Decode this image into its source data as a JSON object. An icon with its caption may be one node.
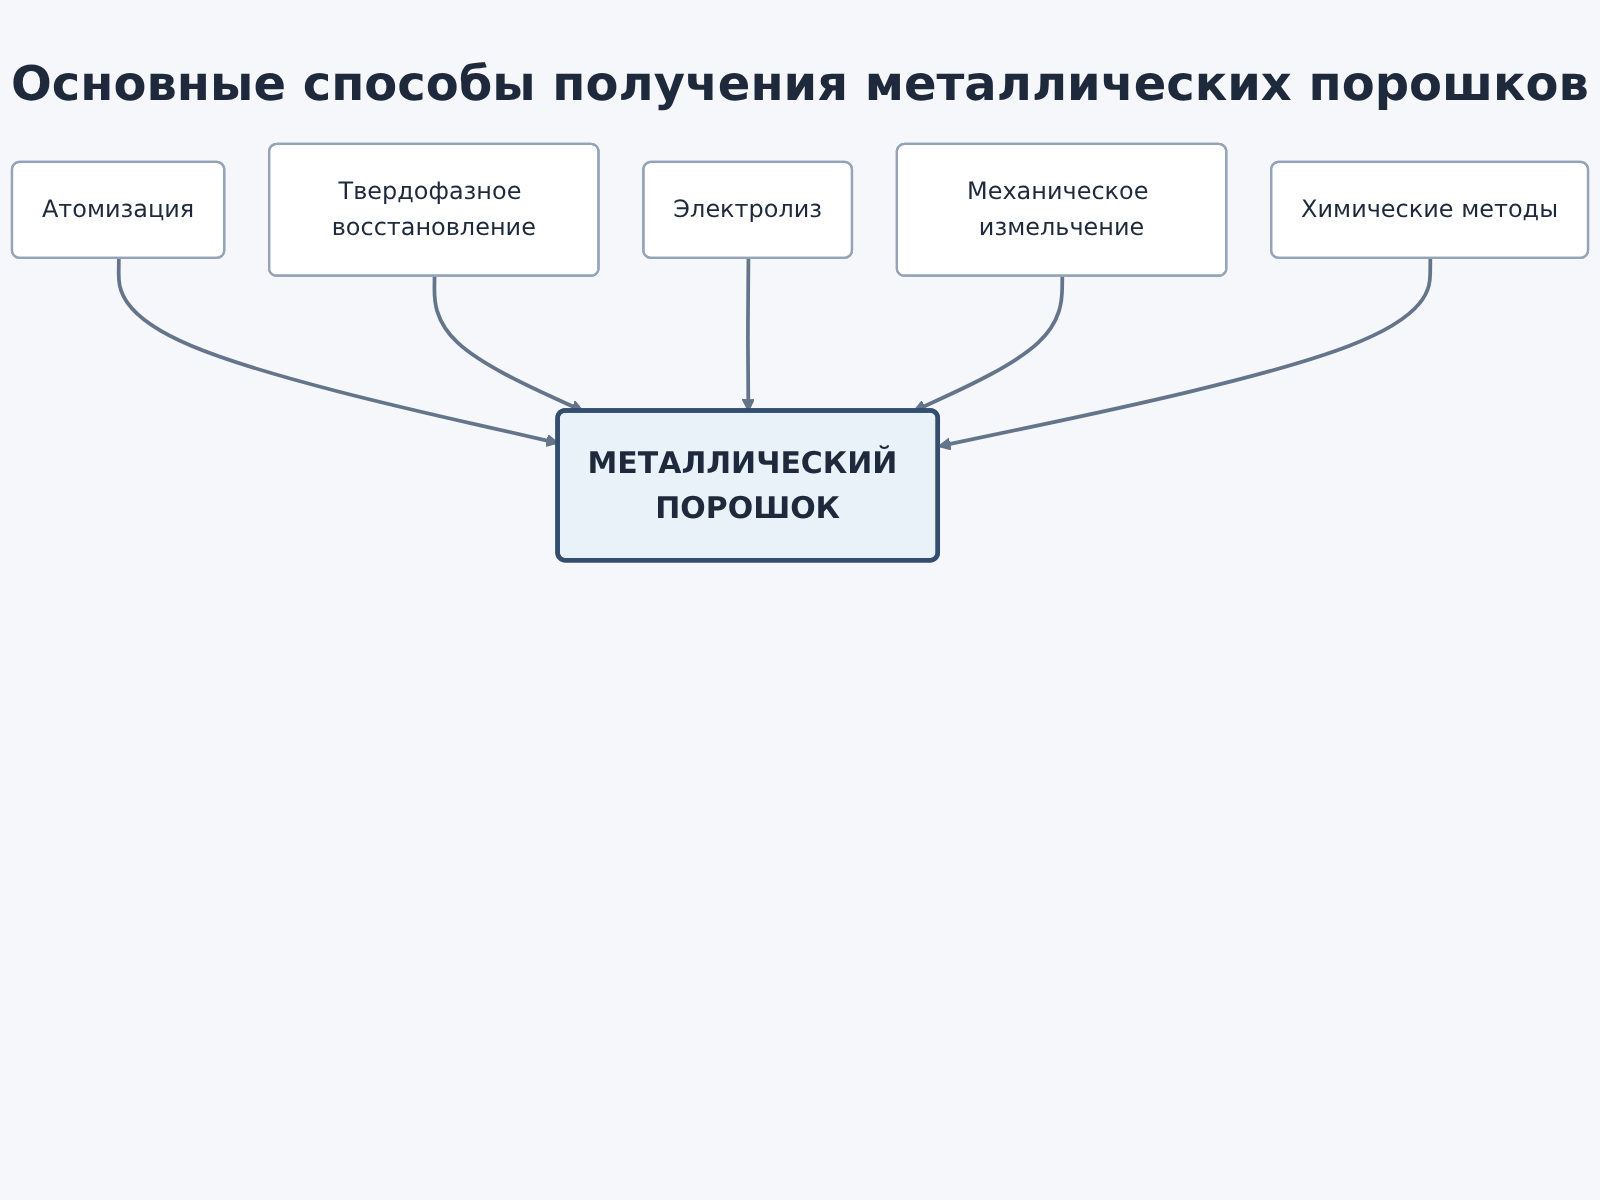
{
  "diagram": {
    "title": "Основные способы получения металлических порошков",
    "nodes": [
      {
        "text": [
          "МЕТАЛЛИЧЕСКИЙ ПОРОШОК"
        ]
      },
      {
        "text": [
          "Атомизация"
        ]
      },
      {
        "text": [
          "Твердофазное восстановление"
        ]
      },
      {
        "text": [
          "Электролиз"
        ]
      },
      {
        "text": [
          "Механическое измельчение"
        ]
      },
      {
        "text": [
          "Химические методы"
        ]
      }
    ],
    "edges": [
      {
        "from": 1,
        "to": 0,
        "arrow": "to"
      },
      {
        "from": 2,
        "to": 0,
        "arrow": "to"
      },
      {
        "from": 3,
        "to": 0,
        "arrow": "to"
      },
      {
        "from": 4,
        "to": 0,
        "arrow": "to"
      },
      {
        "from": 5,
        "to": 0,
        "arrow": "to"
      }
    ]
  }
}
